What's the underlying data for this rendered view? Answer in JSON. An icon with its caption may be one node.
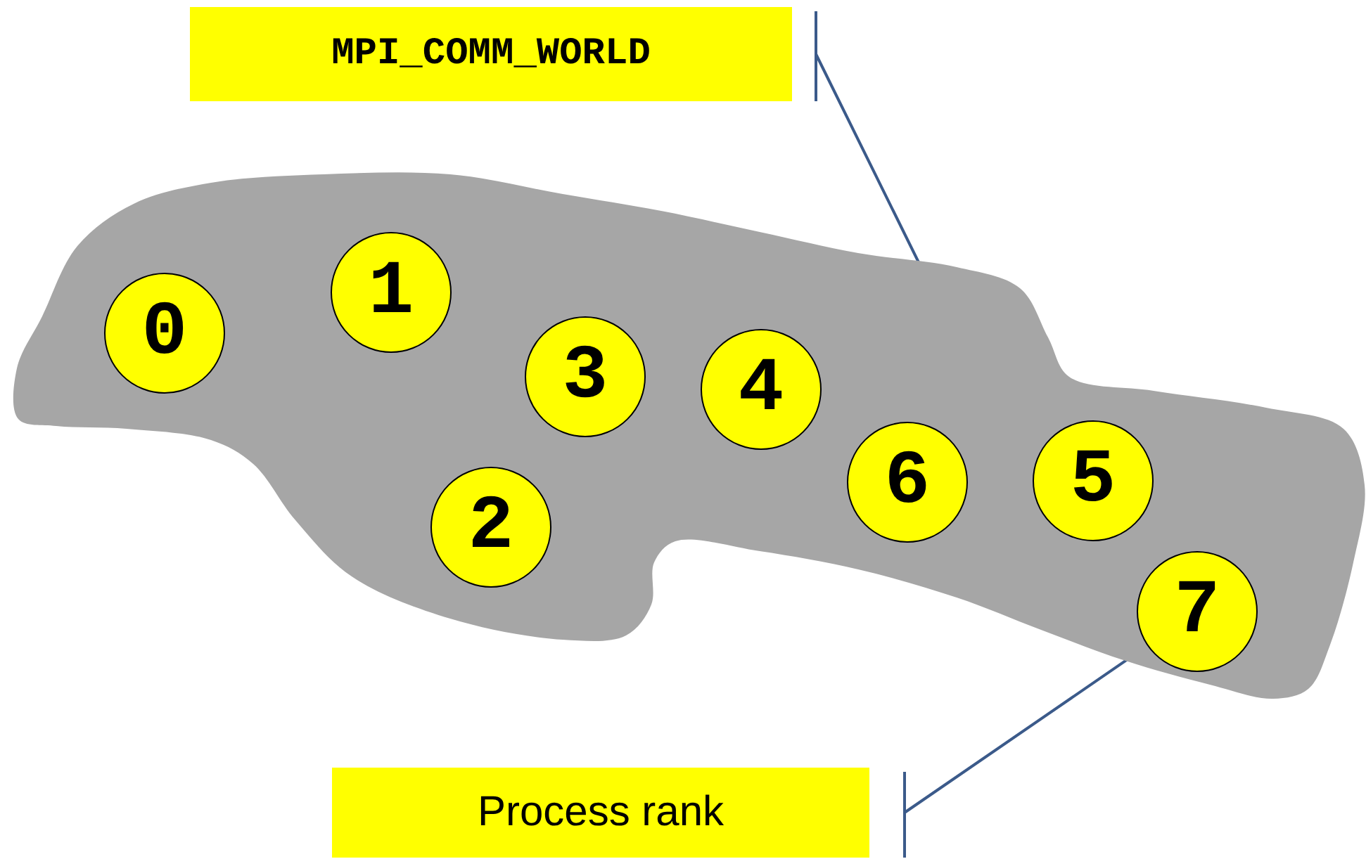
{
  "diagram": {
    "nodes": [
      {
        "text": [
          "MPI_COMM_WORLD"
        ]
      },
      {
        "text": [],
        "shape": "blob"
      },
      {
        "text": [
          "0"
        ],
        "in": 1
      },
      {
        "text": [
          "1"
        ],
        "in": 1
      },
      {
        "text": [
          "2"
        ],
        "in": 1
      },
      {
        "text": [
          "3"
        ],
        "in": 1
      },
      {
        "text": [
          "4"
        ],
        "in": 1
      },
      {
        "text": [
          "6"
        ],
        "in": 1
      },
      {
        "text": [
          "5"
        ],
        "in": 1
      },
      {
        "text": [
          "7"
        ],
        "in": 1
      },
      {
        "text": [
          "Process rank"
        ]
      }
    ],
    "edges": [
      {
        "from": 0,
        "to": 1,
        "arrow": "none"
      },
      {
        "from": 10,
        "to": 9,
        "arrow": "none"
      }
    ]
  }
}
